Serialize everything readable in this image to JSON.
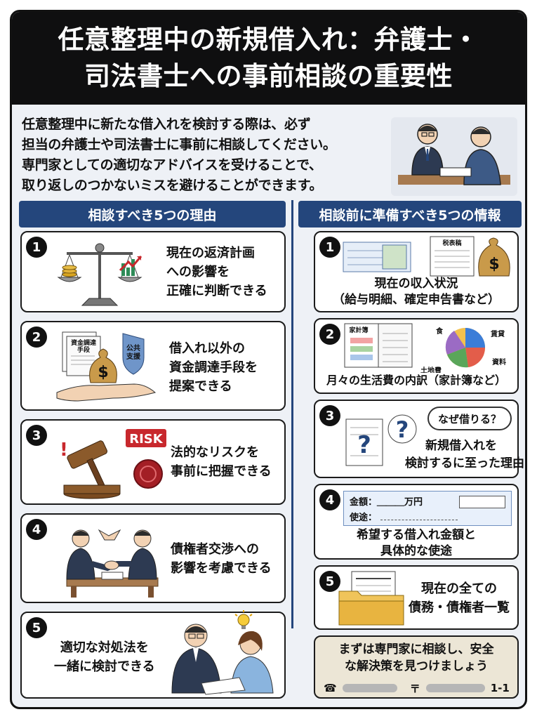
{
  "title": {
    "line1": "任意整理中の新規借入れ：弁護士・",
    "line2": "司法書士への事前相談の重要性"
  },
  "intro": {
    "lines": [
      "任意整理中に新たな借入れを検討する際は、必ず",
      "担当の弁護士や司法書士に事前に相談してください。",
      "専門家としての適切なアドバイスを受けることで、",
      "取り返しのつかないミスを避けることができます。"
    ]
  },
  "left_column": {
    "header": "相談すべき5つの理由",
    "items": [
      {
        "number": "1",
        "lines": [
          "現在の返済計画",
          "への影響を",
          "正確に判断できる"
        ],
        "icon": "scale-icon"
      },
      {
        "number": "2",
        "lines": [
          "借入れ以外の",
          "資金調達手段を",
          "提案できる"
        ],
        "icon": "money-hand-icon",
        "doc_label": [
          "資金調達",
          "手段"
        ],
        "shield_label": [
          "公共",
          "支援"
        ]
      },
      {
        "number": "3",
        "lines": [
          "法的なリスクを",
          "事前に把握できる"
        ],
        "icon": "gavel-icon",
        "risk_label": "RISK"
      },
      {
        "number": "4",
        "lines": [
          "債権者交渉への",
          "影響を考慮できる"
        ],
        "icon": "handshake-icon"
      },
      {
        "number": "5",
        "lines": [
          "適切な対処法を",
          "一緒に検討できる"
        ],
        "icon": "consultation-icon"
      }
    ]
  },
  "right_column": {
    "header": "相談前に準備すべき5つの情報",
    "items": [
      {
        "number": "1",
        "lines": [
          "現在の収入状況",
          "（給与明細、確定申告書など）"
        ],
        "icon": "payslip-icon",
        "doc_label": "税表稿"
      },
      {
        "number": "2",
        "lines": [
          "月々の生活費の内訳（家計簿など）"
        ],
        "icon": "household-budget-icon",
        "book_label": "家計簿",
        "pie_labels": [
          "食",
          "賃貸",
          "資料",
          "土地費"
        ]
      },
      {
        "number": "3",
        "lines": [
          "新規借入れを",
          "検討するに至った理由"
        ],
        "icon": "question-icon",
        "bubble": "なぜ借りる？"
      },
      {
        "number": "4",
        "lines": [
          "希望する借入れ金額と",
          "具体的な使途"
        ],
        "icon": "form-icon",
        "form_amount_label": "金額：＿＿＿万円",
        "form_use_label": "使途："
      },
      {
        "number": "5",
        "lines": [
          "現在の全ての",
          "債務・債権者一覧"
        ],
        "icon": "folder-icon"
      }
    ]
  },
  "final": {
    "lines": [
      "まずは専門家に相談し、安全",
      "な解決策を見つけましょう"
    ],
    "postal_mark": "〒",
    "address_suffix": "1-1"
  },
  "colors": {
    "navy": "#24467c",
    "title_bg": "#0f0f10",
    "page_bg": "#eef1f6",
    "final_bg": "#ece6d6",
    "risk_red": "#c8282d"
  }
}
